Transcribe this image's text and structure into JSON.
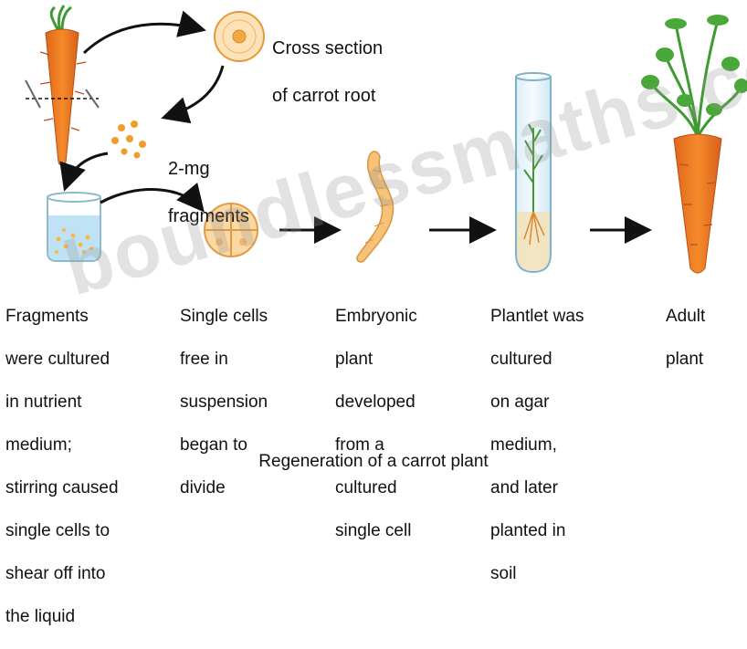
{
  "labels": {
    "cross_section": [
      "Cross section",
      "of carrot root"
    ],
    "fragments": [
      "2-mg",
      "fragments"
    ]
  },
  "captions": [
    [
      "Fragments",
      "were cultured",
      "in nutrient",
      "medium;",
      "stirring caused",
      "single cells to",
      "shear off into",
      "the liquid"
    ],
    [
      "Single cells",
      "free in",
      "suspension",
      "began to",
      "divide"
    ],
    [
      "Embryonic",
      "plant",
      "developed",
      "from a",
      "cultured",
      "single cell"
    ],
    [
      "Plantlet was",
      "cultured",
      "on agar",
      "medium,",
      "and later",
      "planted in",
      "soil"
    ],
    [
      "Adult",
      "plant"
    ]
  ],
  "title": "Regeneration of a carrot plant",
  "watermark": "boundlessmaths.com",
  "colors": {
    "carrot": "#f07a1e",
    "leaf": "#3f9a34",
    "cell": "#f8cf90",
    "liquid": "#bfe3f5",
    "arrow": "#111111"
  },
  "icons": [
    "carrot-icon",
    "cross-section-icon",
    "fragments-icon",
    "beaker-icon",
    "dividing-cell-icon",
    "embryo-icon",
    "test-tube-icon",
    "adult-carrot-icon"
  ]
}
